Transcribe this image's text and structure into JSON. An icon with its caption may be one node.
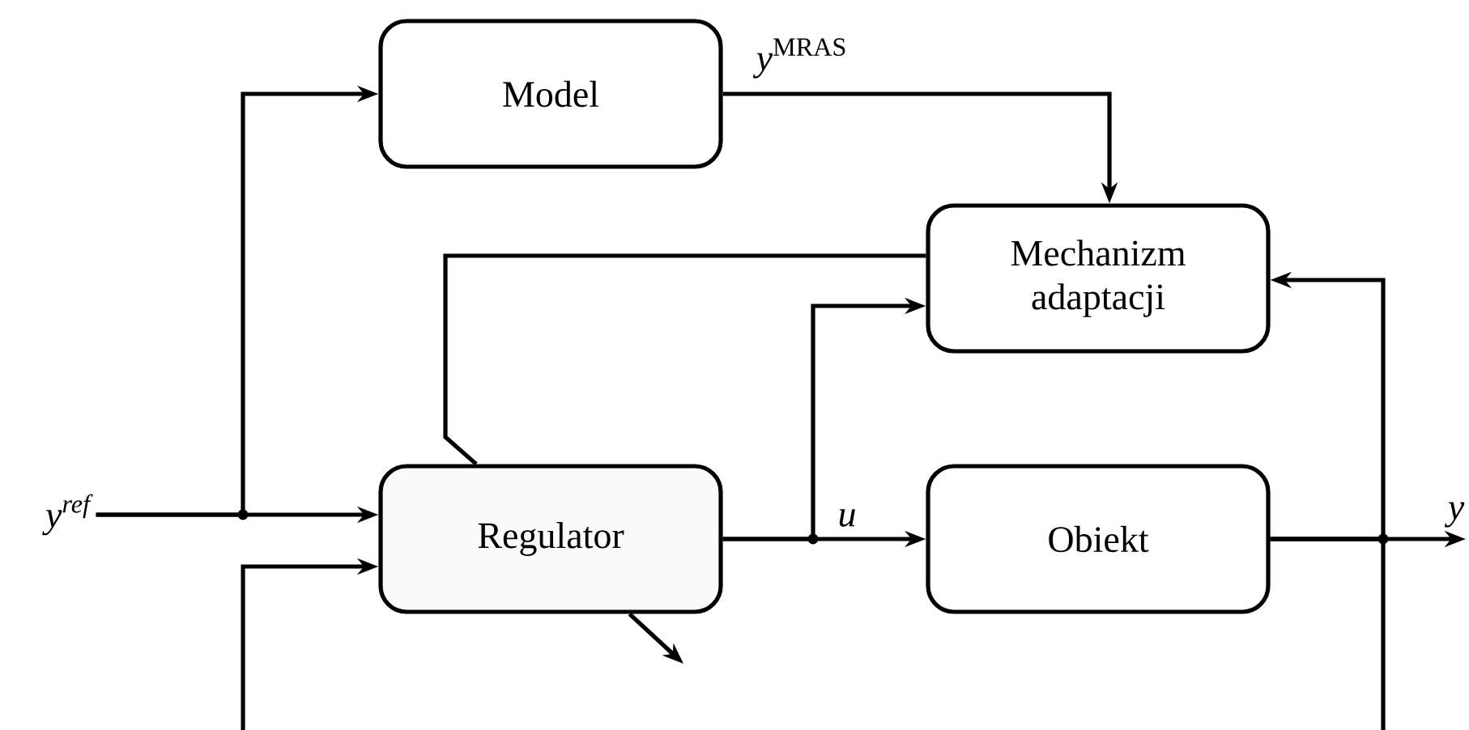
{
  "diagram": {
    "nodes": [
      {
        "text": [
          "Model"
        ]
      },
      {
        "text": [
          "Mechanizm adaptacji"
        ]
      },
      {
        "text": [
          "Regulator"
        ]
      },
      {
        "text": [
          "Obiekt"
        ]
      },
      {
        "text": [
          "y$^{ref}$"
        ]
      }
    ],
    "edges": [
      {
        "from": 4,
        "to": 2,
        "arrow": "to"
      },
      {
        "from": 4,
        "to": 0,
        "arrow": "to"
      },
      {
        "from": 0,
        "to": 1,
        "arrow": "to",
        "label": "*y*$^{MRAS}$"
      },
      {
        "from": 1,
        "to": 2,
        "arrow": "none"
      },
      {
        "from": 2,
        "to": 3,
        "arrow": "to",
        "label": "u"
      },
      {
        "from": 2,
        "to": 1,
        "arrow": "to"
      },
      {
        "from": 3,
        "to": null,
        "arrow": "to",
        "label": "y"
      },
      {
        "from": 3,
        "to": 1,
        "arrow": "to"
      },
      {
        "from": 3,
        "to": null,
        "arrow": "none"
      },
      {
        "from": null,
        "to": 2,
        "arrow": "to"
      },
      {
        "from": 2,
        "to": null,
        "arrow": "to"
      }
    ]
  }
}
